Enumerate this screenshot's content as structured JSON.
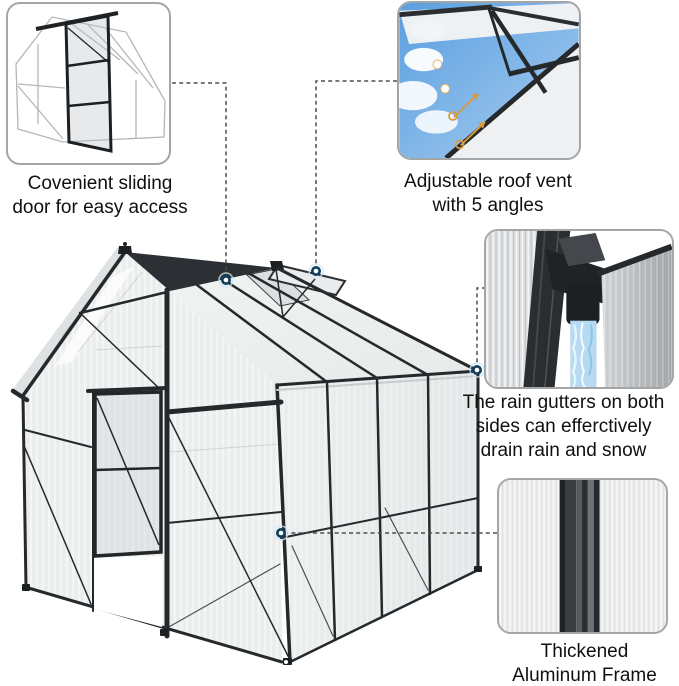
{
  "callouts": [
    {
      "id": "sliding-door",
      "caption_lines": [
        "Covenient sliding",
        "door for easy access"
      ]
    },
    {
      "id": "roof-vent",
      "caption_lines": [
        "Adjustable roof vent",
        "with 5 angles"
      ]
    },
    {
      "id": "rain-gutter",
      "caption_lines": [
        "The rain gutters on both",
        "sides can efferctively",
        "drain rain and snow"
      ]
    },
    {
      "id": "aluminum-frame",
      "caption_lines": [
        "Thickened",
        "Aluminum Frame"
      ]
    }
  ],
  "colors": {
    "background": "#ffffff",
    "frame_dark": "#26292c",
    "panel_light": "#f0f2f2",
    "thumb_border_gray": "#a3a5a7",
    "connector_dash": "#4f4f4f",
    "dot_ring_navy": "#123f5e",
    "dot_core_white": "#ffffff",
    "water_blue": "#b5daf1",
    "sky_blue": "#5a9fe0",
    "arrow_orange": "#d99a3e"
  }
}
